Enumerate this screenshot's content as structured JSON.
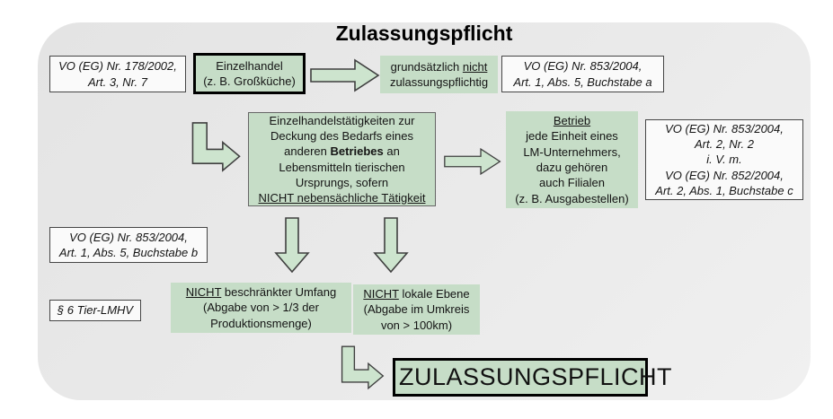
{
  "title": "Zulassungspflicht",
  "colors": {
    "panel_background": "#e8e8e8",
    "box_green": "#c6ddc7",
    "arrow_green": "#cde4ce",
    "thick_border": "#000000",
    "thin_border": "#454545",
    "white_box": "#fafafa"
  },
  "icons": [
    "arrow-right-icon",
    "arrow-down-icon",
    "arrow-elbow-down-right-icon"
  ],
  "nodes": {
    "ref_178": {
      "lines": [
        "VO (EG) Nr. 178/2002,",
        "Art. 3, Nr. 7"
      ]
    },
    "einzelhandel": {
      "lines": [
        "Einzelhandel",
        "(z. B. Großküche)"
      ]
    },
    "grundsaetzlich": {
      "lines": [
        [
          "grundsätzlich ",
          {
            "t": "nicht",
            "u": true
          }
        ],
        "zulassungspflichtig"
      ]
    },
    "ref_853a": {
      "lines": [
        "VO (EG) Nr. 853/2004,",
        "Art. 1, Abs. 5, Buchstabe a"
      ]
    },
    "einzelhandelstaetigkeiten": {
      "lines": [
        "Einzelhandelstätigkeiten zur",
        "Deckung des Bedarfs eines",
        [
          "anderen ",
          {
            "t": "Betriebes",
            "b": true
          },
          " an"
        ],
        "Lebensmitteln tierischen",
        "Ursprungs, sofern",
        [
          {
            "t": "NICHT nebensächliche Tätigkeit",
            "u": true
          }
        ]
      ]
    },
    "betrieb": {
      "lines": [
        [
          {
            "t": "Betrieb",
            "u": true
          }
        ],
        "jede Einheit eines",
        "LM-Unternehmers,",
        "dazu gehören",
        "auch Filialen",
        "(z. B. Ausgabestellen)"
      ]
    },
    "ref_853_852": {
      "lines": [
        "VO (EG) Nr. 853/2004,",
        "Art. 2, Nr. 2",
        "i. V. m.",
        "VO (EG) Nr. 852/2004,",
        "Art. 2, Abs. 1, Buchstabe c"
      ]
    },
    "ref_853b": {
      "lines": [
        "VO (EG) Nr. 853/2004,",
        "Art. 1, Abs. 5, Buchstabe b"
      ]
    },
    "tier_lmhv": {
      "lines": [
        "§ 6 Tier-LMHV"
      ]
    },
    "nicht_umfang": {
      "lines": [
        [
          {
            "t": "NICHT",
            "u": true
          },
          " beschränkter Umfang"
        ],
        "(Abgabe von > 1/3 der",
        "Produktionsmenge)"
      ]
    },
    "nicht_lokal": {
      "lines": [
        [
          {
            "t": "NICHT",
            "u": true
          },
          " lokale Ebene"
        ],
        "(Abgabe im Umkreis",
        "von > 100km)"
      ]
    },
    "zulassungspflicht": {
      "lines": [
        "ZULASSUNGSPFLICHT"
      ]
    }
  }
}
